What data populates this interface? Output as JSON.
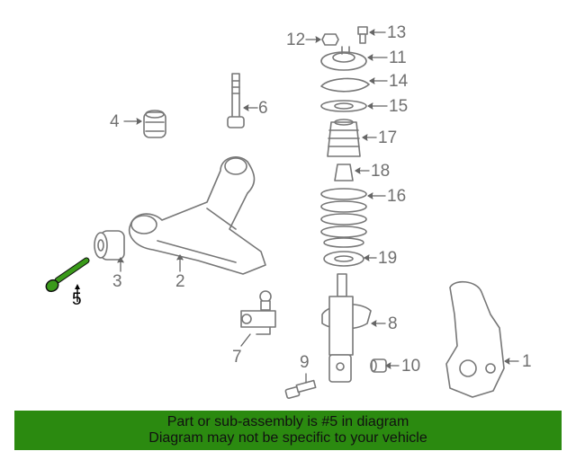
{
  "diagram": {
    "title": "",
    "highlight_part": "5",
    "highlight_color": "#2b8a10",
    "line_color": "#777777",
    "callouts": [
      "1",
      "2",
      "3",
      "4",
      "5",
      "6",
      "7",
      "8",
      "9",
      "10",
      "11",
      "12",
      "13",
      "14",
      "15",
      "16",
      "17",
      "18",
      "19"
    ]
  },
  "banner": {
    "line1": "Part or sub-assembly is #5 in diagram",
    "line2": "Diagram may not be specific to your vehicle",
    "background": "#2b8a10"
  }
}
